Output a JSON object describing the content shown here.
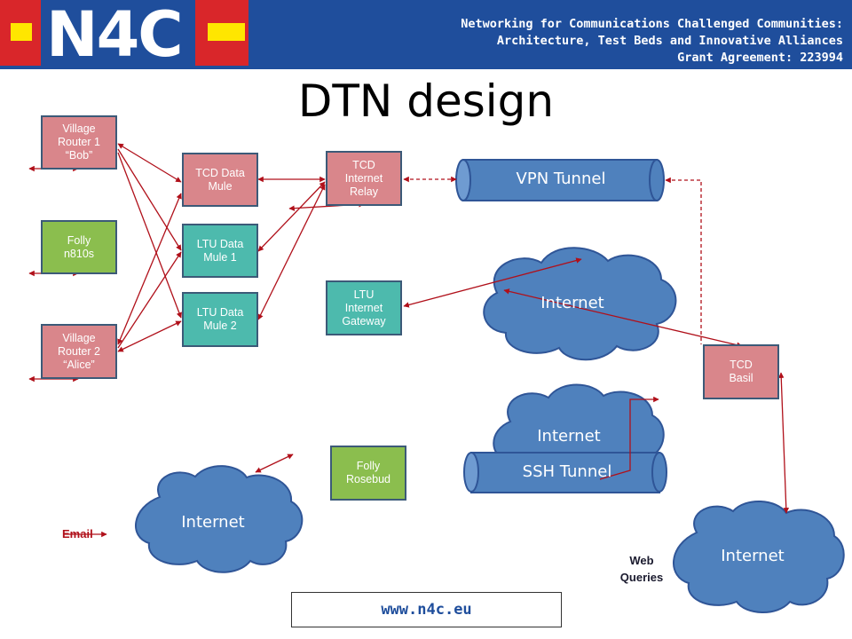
{
  "header": {
    "logo": "N4C",
    "grant_lines": [
      "Networking for Communications Challenged Communities:",
      "Architecture, Test Beds and Innovative Alliances",
      "Grant Agreement:  223994"
    ]
  },
  "title": "DTN design",
  "nodes": {
    "village_router_1": "Village\nRouter 1\n“Bob”",
    "folly_n810s": "Folly\nn810s",
    "village_router_2": "Village\nRouter 2\n“Alice”",
    "tcd_data_mule": "TCD Data\nMule",
    "ltu_data_mule_1": "LTU Data\nMule 1",
    "ltu_data_mule_2": "LTU Data\nMule 2",
    "tcd_internet_relay": "TCD\nInternet\nRelay",
    "ltu_internet_gateway": "LTU\nInternet\nGateway",
    "folly_rosebud": "Folly\nRosebud",
    "tcd_basil": "TCD\nBasil"
  },
  "tunnels": {
    "vpn": "VPN Tunnel",
    "ssh": "SSH Tunnel"
  },
  "clouds": {
    "internet_upper": "Internet",
    "internet_middle": "Internet",
    "internet_lower_left": "Internet",
    "internet_lower_right": "Internet"
  },
  "labels": {
    "email": "Email",
    "web_queries": "Web\nQueries"
  },
  "footer": {
    "url": "www.n4c.eu"
  },
  "colors": {
    "header_blue": "#1f4e9c",
    "node_pink": "#d9868b",
    "node_green": "#8bbe4e",
    "node_teal": "#4dbaad",
    "cloud_blue": "#4f81bd",
    "arrow_red": "#b0101a"
  }
}
